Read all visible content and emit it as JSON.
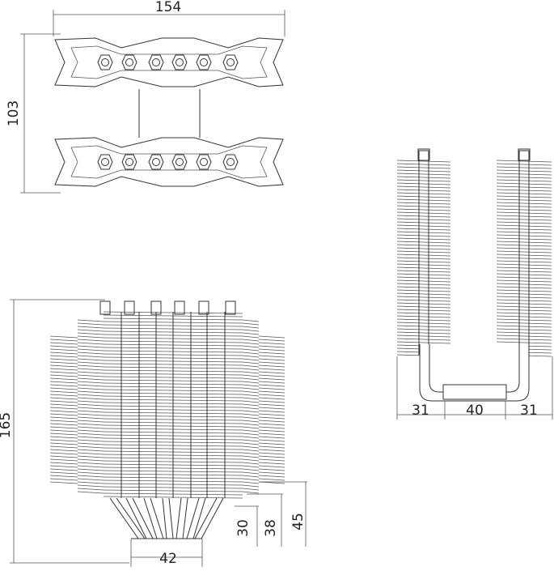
{
  "dimensions": {
    "top_width": "154",
    "top_height": "103",
    "front_height": "165",
    "front_base_width": "42",
    "pipe_30": "30",
    "pipe_38": "38",
    "pipe_45": "45",
    "side_left": "31",
    "side_mid": "40",
    "side_right": "31"
  }
}
